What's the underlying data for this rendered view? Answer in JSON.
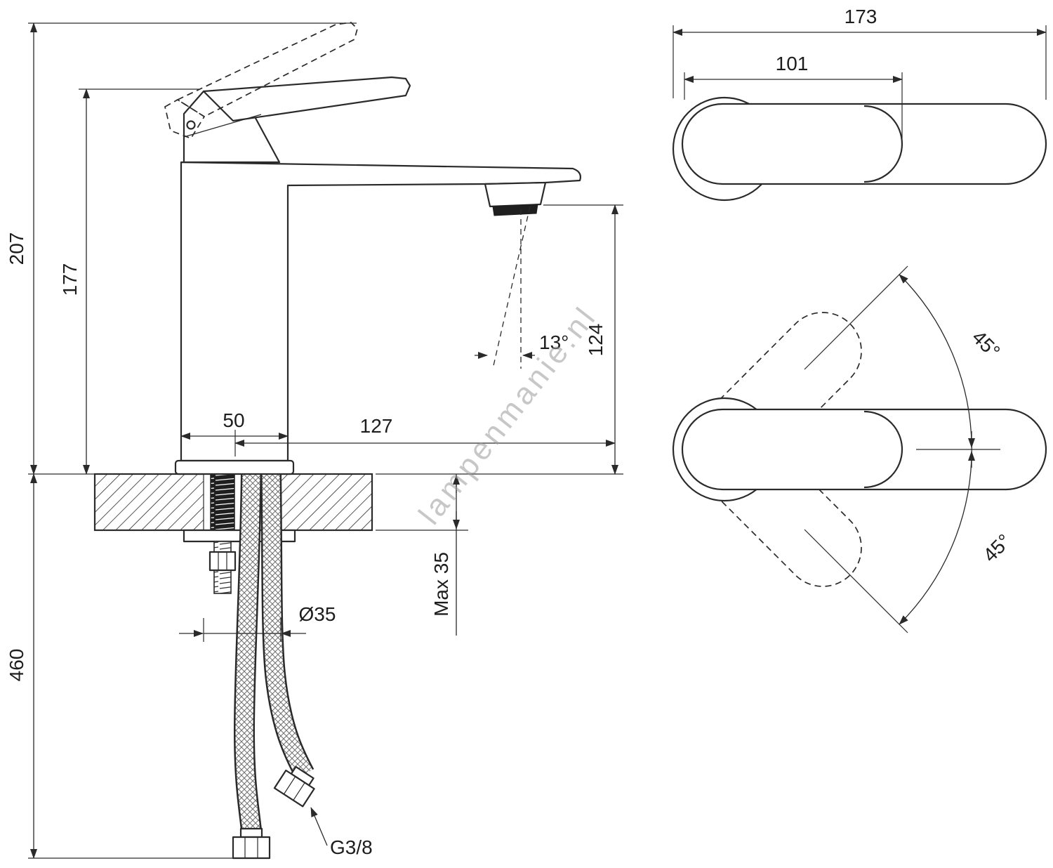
{
  "drawing": {
    "watermark": "lampenmanie.nl",
    "side_view": {
      "total_height": "207",
      "body_height": "177",
      "under_counter_depth": "460",
      "base_width": "50",
      "spout_reach": "127",
      "spout_angle": "13°",
      "spout_height": "124",
      "counter_max_thickness": "Max 35",
      "hole_diameter": "Ø35",
      "hose_thread": "G3/8"
    },
    "top_view": {
      "total_length": "173",
      "handle_length": "101",
      "handle_swing_up": "45°",
      "handle_swing_down": "45°"
    },
    "colors": {
      "line": "#2a2a2a",
      "watermark": "#9a9a9a"
    }
  }
}
